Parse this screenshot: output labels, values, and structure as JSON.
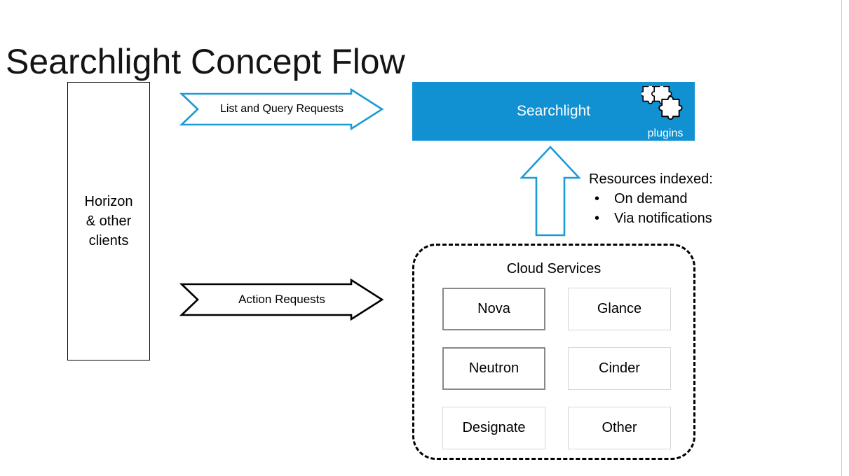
{
  "slide": {
    "title": "Searchlight Concept Flow",
    "background": "#ffffff"
  },
  "colors": {
    "accent_blue": "#1191d2",
    "arrow_blue": "#1b9ad6",
    "black": "#000000",
    "service_border_strong": "#898989",
    "service_border_light": "#d7d7d7",
    "slide_edge": "#c9c9c9"
  },
  "clients": {
    "label": "Horizon\n& other\nclients",
    "line1": "Horizon",
    "line2": "& other",
    "line3": "clients"
  },
  "searchlight": {
    "label": "Searchlight",
    "plugins_caption": "plugins",
    "plugins_icon": "puzzle-pieces-icon"
  },
  "arrows": {
    "list_query": {
      "label": "List and Query Requests",
      "color": "#1b9ad6",
      "direction": "right"
    },
    "action": {
      "label": "Action Requests",
      "color": "#000000",
      "direction": "right"
    },
    "index_up": {
      "label": "",
      "color": "#1b9ad6",
      "direction": "up"
    }
  },
  "resources": {
    "title": "Resources indexed:",
    "bullet_glyph": "•",
    "items": [
      "On demand",
      "Via notifications"
    ]
  },
  "cloud_services": {
    "title": "Cloud Services",
    "services": [
      {
        "name": "Nova",
        "emphasis": "strong"
      },
      {
        "name": "Glance",
        "emphasis": "light"
      },
      {
        "name": "Neutron",
        "emphasis": "strong"
      },
      {
        "name": "Cinder",
        "emphasis": "light"
      },
      {
        "name": "Designate",
        "emphasis": "light"
      },
      {
        "name": "Other",
        "emphasis": "light"
      }
    ]
  }
}
